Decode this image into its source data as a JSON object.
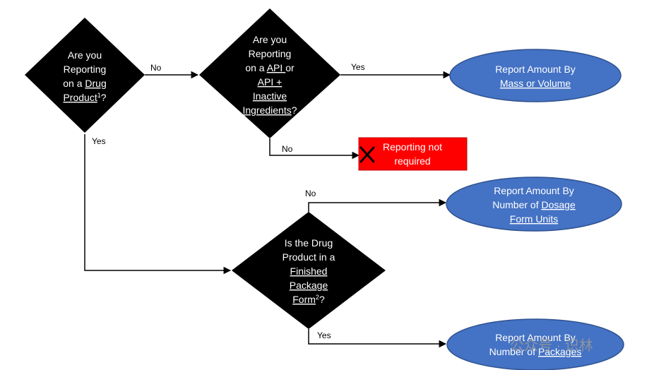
{
  "decisions": {
    "drug_product": {
      "lines": [
        [
          {
            "t": "Are you"
          }
        ],
        [
          {
            "t": "Reporting"
          }
        ],
        [
          {
            "t": "on a "
          },
          {
            "t": "Drug",
            "u": true
          }
        ],
        [
          {
            "t": "Product",
            "u": true
          },
          {
            "t": "1",
            "sup": true
          },
          {
            "t": "?"
          }
        ]
      ]
    },
    "api": {
      "lines": [
        [
          {
            "t": "Are you"
          }
        ],
        [
          {
            "t": "Reporting"
          }
        ],
        [
          {
            "t": "on a "
          },
          {
            "t": "API ",
            "u": true
          },
          {
            "t": "or"
          }
        ],
        [
          {
            "t": "API +",
            "u": true
          }
        ],
        [
          {
            "t": "Inactive",
            "u": true
          }
        ],
        [
          {
            "t": "Ingredients",
            "u": true
          },
          {
            "t": "?"
          }
        ]
      ]
    },
    "finished_package": {
      "lines": [
        [
          {
            "t": "Is the Drug"
          }
        ],
        [
          {
            "t": "Product in a"
          }
        ],
        [
          {
            "t": "Finished",
            "u": true
          }
        ],
        [
          {
            "t": "Package",
            "u": true
          }
        ],
        [
          {
            "t": "Form",
            "u": true
          },
          {
            "t": "2",
            "sup": true
          },
          {
            "t": "?"
          }
        ]
      ]
    }
  },
  "outcomes": {
    "mass_volume": {
      "lines": [
        [
          {
            "t": "Report Amount By"
          }
        ],
        [
          {
            "t": "Mass or Volume",
            "u": true
          }
        ]
      ]
    },
    "not_required": {
      "lines": [
        [
          {
            "t": "Reporting not"
          }
        ],
        [
          {
            "t": "required"
          }
        ]
      ],
      "icon": "x-mark-icon"
    },
    "dosage_units": {
      "lines": [
        [
          {
            "t": "Report Amount By"
          }
        ],
        [
          {
            "t": "Number of "
          },
          {
            "t": "Dosage",
            "u": true
          }
        ],
        [
          {
            "t": "Form Units",
            "u": true
          }
        ]
      ]
    },
    "packages": {
      "lines": [
        [
          {
            "t": "Report Amount By"
          }
        ],
        [
          {
            "t": "Number of "
          },
          {
            "t": "Packages",
            "u": true
          }
        ]
      ]
    }
  },
  "edge_labels": {
    "drug_no": "No",
    "drug_yes": "Yes",
    "api_yes": "Yes",
    "api_no": "No",
    "pkg_no": "No",
    "pkg_yes": "Yes"
  },
  "watermark": "公众号 · 识林",
  "colors": {
    "diamond_fill": "#000000",
    "diamond_text": "#ffffff",
    "ellipse_fill": "#4472c4",
    "ellipse_stroke": "#2f528f",
    "ellipse_text": "#ffffff",
    "red_box_fill": "#ff0000",
    "red_box_text": "#ffffff",
    "x_mark": "#000000",
    "line": "#000000"
  }
}
